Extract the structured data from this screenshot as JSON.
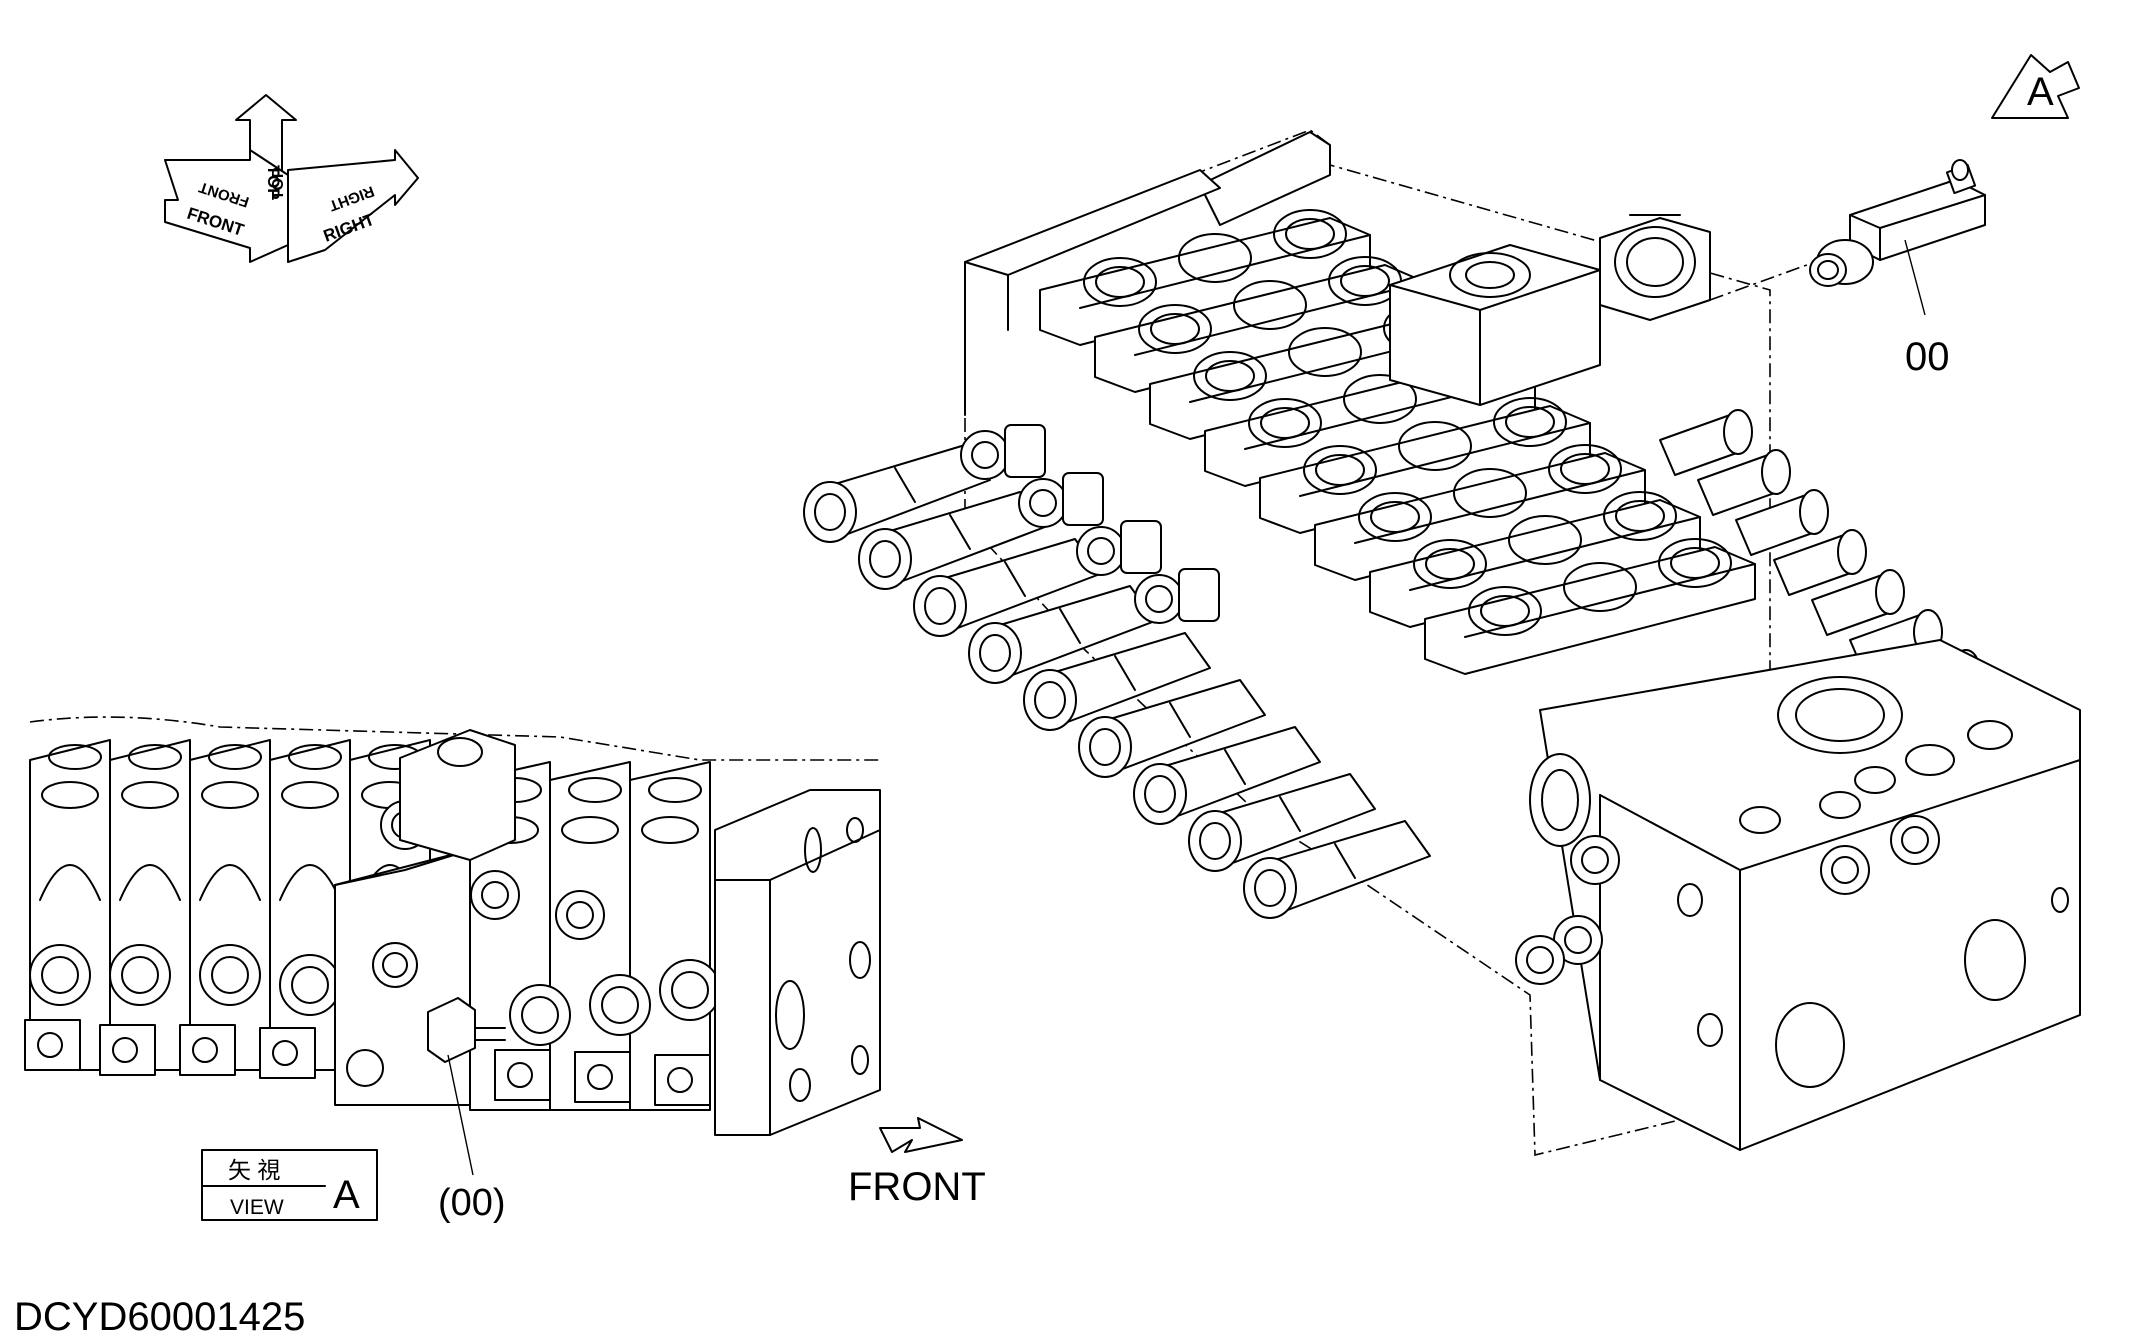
{
  "orientation": {
    "front": "FRONT",
    "top": "TOP",
    "right": "RIGHT"
  },
  "view_marker": {
    "letter": "A"
  },
  "callouts": {
    "part_main": "00",
    "part_detail": "(00)"
  },
  "view_box": {
    "kanji": "矢 視",
    "word": "VIEW",
    "letter": "A"
  },
  "front_arrow": {
    "label": "FRONT"
  },
  "drawing_code": "DCYD60001425"
}
